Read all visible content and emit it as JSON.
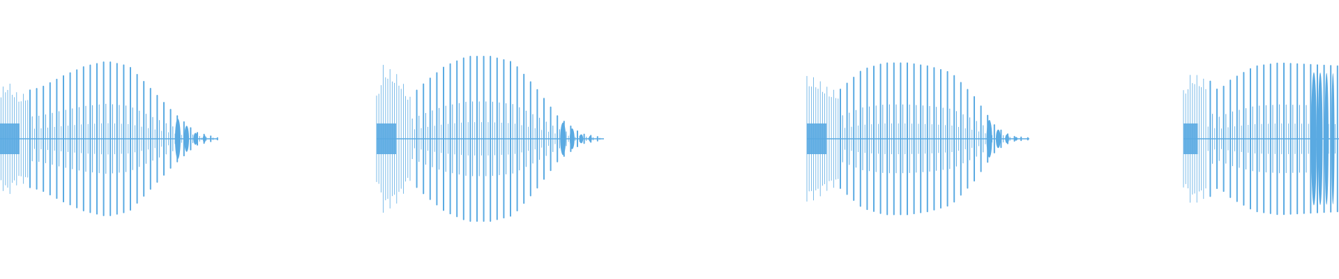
{
  "colors": {
    "waveform": "#5aaae2",
    "background": "#ffffff"
  },
  "chart_data": {
    "type": "area",
    "title": "",
    "xlabel": "",
    "ylabel": "",
    "xlim": [
      0,
      1920
    ],
    "ylim": [
      -1,
      1
    ],
    "grid": false,
    "legend": "none",
    "series": [
      {
        "segments": [
          {
            "start": -5,
            "end": 312,
            "envelope": [
              [
                0,
                0.55
              ],
              [
                0.05,
                0.74
              ],
              [
                0.1,
                0.56
              ],
              [
                0.2,
                0.62
              ],
              [
                0.3,
                0.76
              ],
              [
                0.4,
                0.88
              ],
              [
                0.5,
                0.94
              ],
              [
                0.6,
                0.88
              ],
              [
                0.7,
                0.6
              ],
              [
                0.8,
                0.32
              ],
              [
                0.9,
                0.08
              ],
              [
                1,
                0.01
              ]
            ]
          },
          {
            "start": 540,
            "end": 866,
            "envelope": [
              [
                0,
                0.55
              ],
              [
                0.03,
                0.95
              ],
              [
                0.1,
                0.8
              ],
              [
                0.15,
                0.52
              ],
              [
                0.22,
                0.7
              ],
              [
                0.3,
                0.88
              ],
              [
                0.4,
                1.0
              ],
              [
                0.5,
                1.0
              ],
              [
                0.6,
                0.93
              ],
              [
                0.7,
                0.62
              ],
              [
                0.8,
                0.26
              ],
              [
                0.9,
                0.06
              ],
              [
                1,
                0.01
              ]
            ]
          },
          {
            "start": 1157,
            "end": 1476,
            "envelope": [
              [
                0,
                0.8
              ],
              [
                0.04,
                0.78
              ],
              [
                0.1,
                0.64
              ],
              [
                0.15,
                0.6
              ],
              [
                0.25,
                0.84
              ],
              [
                0.35,
                0.92
              ],
              [
                0.45,
                0.92
              ],
              [
                0.55,
                0.88
              ],
              [
                0.65,
                0.8
              ],
              [
                0.75,
                0.52
              ],
              [
                0.85,
                0.14
              ],
              [
                0.92,
                0.03
              ],
              [
                1,
                0.01
              ]
            ]
          },
          {
            "start": 1697,
            "end": 1925,
            "envelope": [
              [
                0,
                0.62
              ],
              [
                0.05,
                0.85
              ],
              [
                0.15,
                0.74
              ],
              [
                0.22,
                0.58
              ],
              [
                0.3,
                0.72
              ],
              [
                0.45,
                0.88
              ],
              [
                0.6,
                0.92
              ],
              [
                0.8,
                0.9
              ],
              [
                1,
                0.88
              ]
            ]
          }
        ]
      }
    ]
  }
}
